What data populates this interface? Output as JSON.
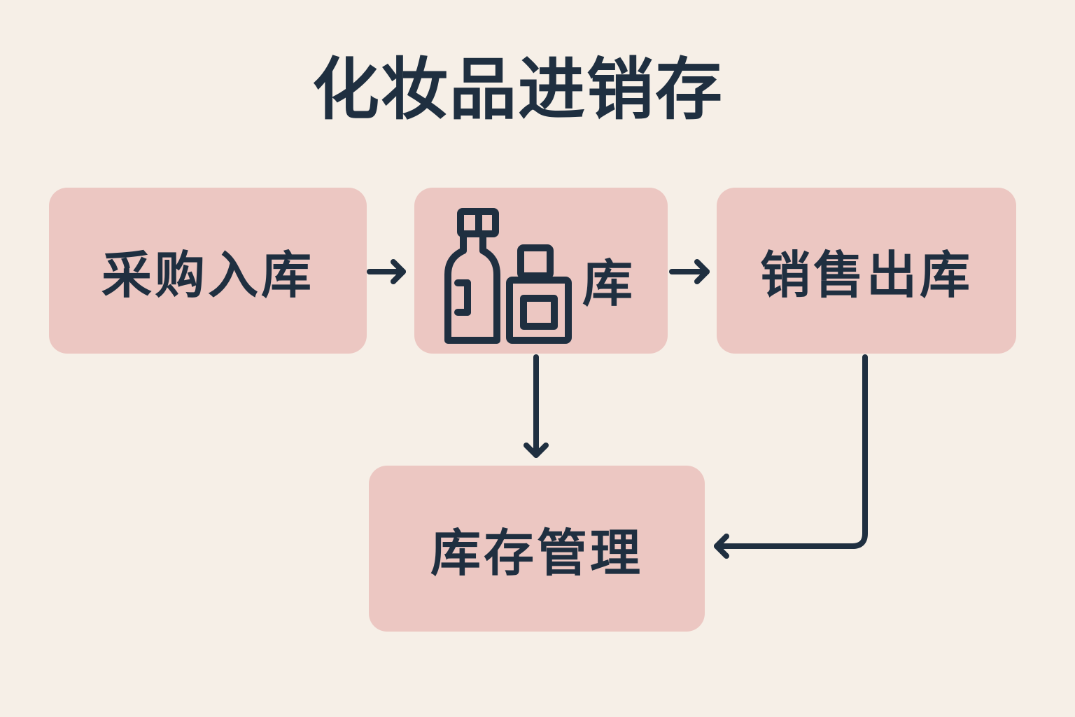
{
  "title": "化妆品进销存",
  "nodes": {
    "purchase": "采购入库",
    "stock": "库",
    "sales": "销售出库",
    "inventory": "库存管理"
  },
  "colors": {
    "background": "#f6efe7",
    "box": "#ecc7c2",
    "ink": "#1f2f40"
  },
  "icons": {
    "stock": "cosmetics-bottle-jar-icon"
  }
}
